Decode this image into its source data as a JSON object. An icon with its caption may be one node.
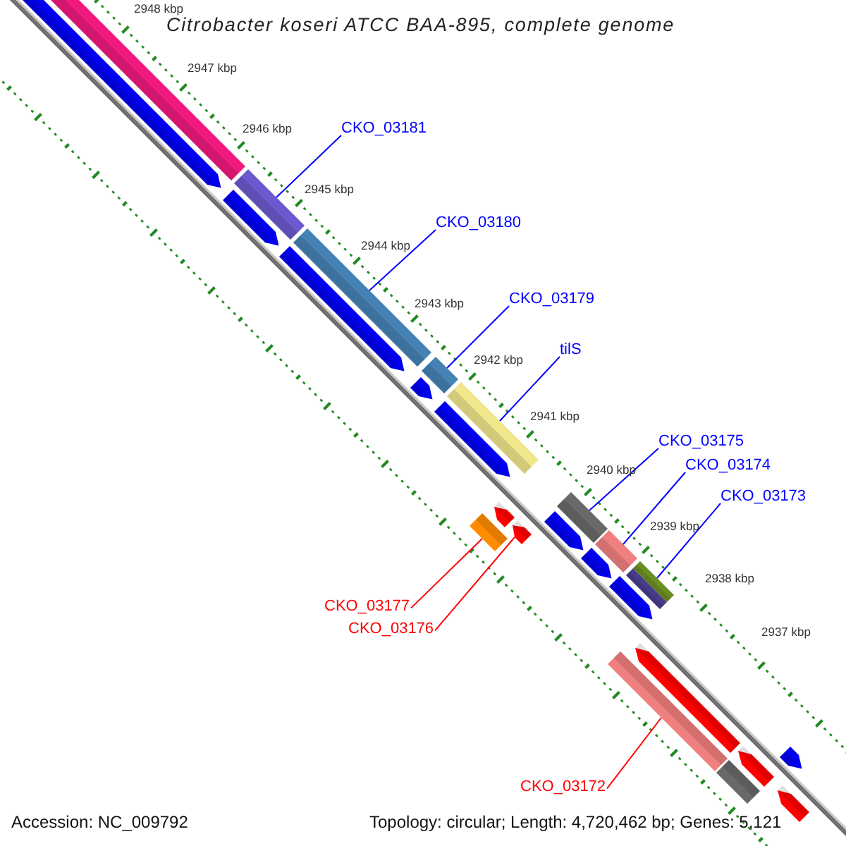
{
  "diagram": {
    "title": "Citrobacter koseri ATCC BAA-895, complete genome",
    "nodes": [
      {
        "text": [
          "CKO_03181"
        ]
      },
      {
        "text": [
          "CKO_03180"
        ]
      },
      {
        "text": [
          "CKO_03179"
        ]
      },
      {
        "text": [
          "tilS"
        ]
      },
      {
        "text": [
          "CKO_03175"
        ]
      },
      {
        "text": [
          "CKO_03174"
        ]
      },
      {
        "text": [
          "CKO_03173"
        ]
      },
      {
        "text": [
          "CKO_03177"
        ]
      },
      {
        "text": [
          "CKO_03176"
        ]
      },
      {
        "text": [
          "CKO_03172"
        ]
      },
      {
        "text": [],
        "shape": "bar"
      },
      {
        "text": [],
        "shape": "bar"
      },
      {
        "text": [],
        "shape": "bar"
      },
      {
        "text": [],
        "shape": "bar"
      },
      {
        "text": [],
        "shape": "bar"
      },
      {
        "text": [],
        "shape": "bar"
      },
      {
        "text": [],
        "shape": "bar"
      },
      {
        "text": [],
        "shape": "bar"
      },
      {
        "text": [],
        "shape": "bar"
      },
      {
        "text": [],
        "shape": "bar"
      }
    ],
    "edges": [
      {
        "from": 0,
        "to": 10,
        "arrow": "none"
      },
      {
        "from": 1,
        "to": 11,
        "arrow": "none"
      },
      {
        "from": 2,
        "to": 12,
        "arrow": "none"
      },
      {
        "from": 3,
        "to": 13,
        "arrow": "none"
      },
      {
        "from": 4,
        "to": 14,
        "arrow": "none"
      },
      {
        "from": 5,
        "to": 15,
        "arrow": "none"
      },
      {
        "from": 6,
        "to": 16,
        "arrow": "none"
      },
      {
        "from": 7,
        "to": 17,
        "arrow": "none",
        "color": "#ff0000"
      },
      {
        "from": 8,
        "to": 18,
        "arrow": "none",
        "color": "#ff0000"
      },
      {
        "from": 9,
        "to": 19,
        "arrow": "none",
        "color": "#ff0000"
      }
    ],
    "labels": [
      "2948 kbp",
      "2947 kbp",
      "2946 kbp",
      "2945 kbp",
      "2944 kbp",
      "2943 kbp",
      "2942 kbp",
      "2941 kbp",
      "2940 kbp",
      "2939 kbp",
      "2938 kbp",
      "2937 kbp",
      "Accession: NC_009792",
      "Topology: circular; Length: 4,720,462 bp; Genes: 5,121"
    ]
  }
}
